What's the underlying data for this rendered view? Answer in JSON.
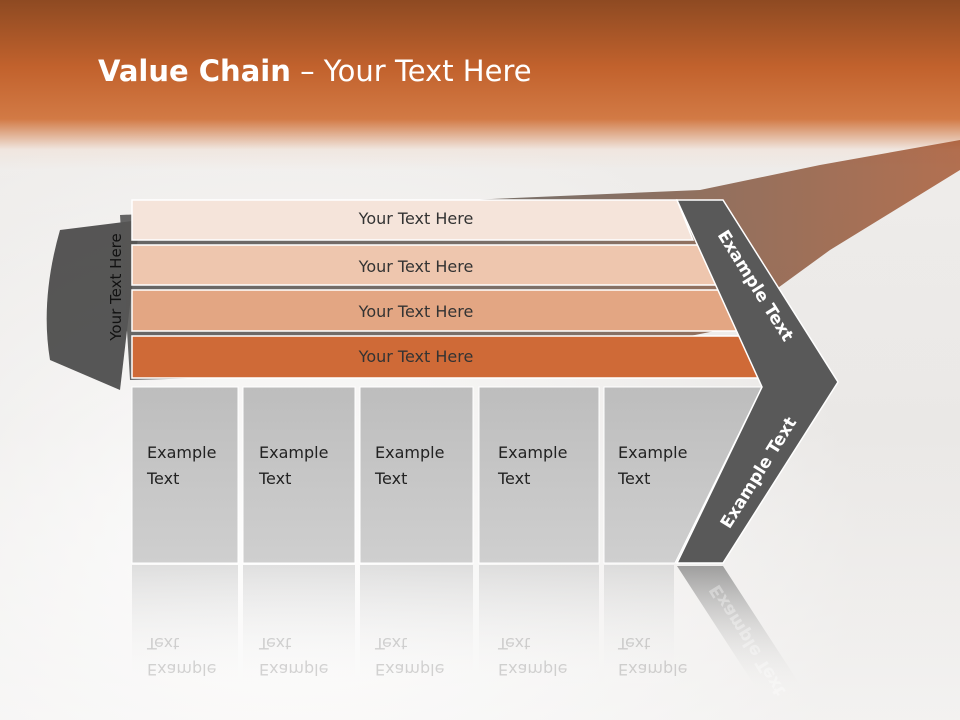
{
  "slide": {
    "title_bold": "Value Chain",
    "title_rest": " – Your Text Here",
    "side_label": "Your Text Here",
    "bars": [
      {
        "label": "Your Text Here",
        "color": "#f5e4da"
      },
      {
        "label": "Your Text Here",
        "color": "#eec6ae"
      },
      {
        "label": "Your Text Here",
        "color": "#e3a683"
      },
      {
        "label": "Your Text Here",
        "color": "#cf6a37"
      }
    ],
    "boxes": [
      {
        "line1": "Example",
        "line2": "Text"
      },
      {
        "line1": "Example",
        "line2": "Text"
      },
      {
        "line1": "Example",
        "line2": "Text"
      },
      {
        "line1": "Example",
        "line2": "Text"
      },
      {
        "line1": "Example",
        "line2": "Text"
      }
    ],
    "chevron_upper": "Example Text",
    "chevron_lower": "Example Text",
    "colors": {
      "accent": "#cf6a37",
      "chevron": "#595959",
      "box_fill": "#c6c6c6",
      "header": "#c2622d"
    }
  }
}
